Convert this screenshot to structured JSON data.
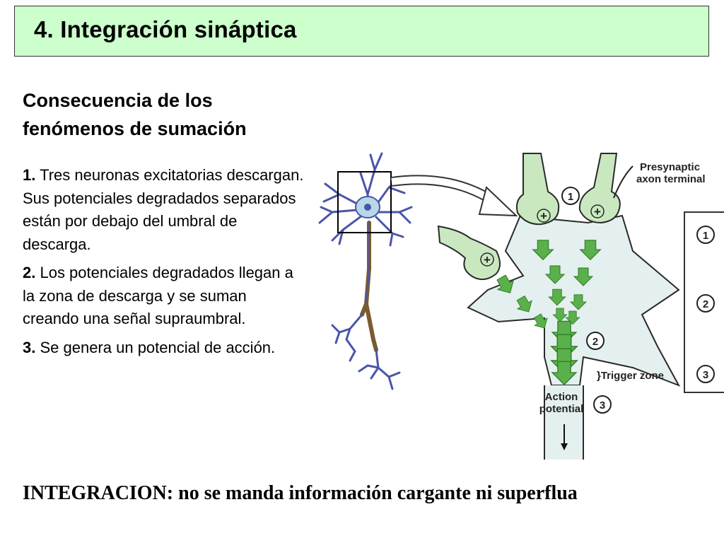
{
  "title": "4. Integración sináptica",
  "subtitle": "Consecuencia de los fenómenos de sumación",
  "points": [
    {
      "num": "1.",
      "text": " Tres neuronas excitatorias descargan. Sus potenciales degradados separados están por debajo del umbral de descarga."
    },
    {
      "num": "2.",
      "text": " Los potenciales degradados llegan a la zona de descarga y se suman creando una señal supraumbral."
    },
    {
      "num": "3.",
      "text": " Se genera un potencial de acción."
    }
  ],
  "diagram": {
    "presynaptic_label_line1": "Presynaptic",
    "presynaptic_label_line2": "axon terminal",
    "trigger_zone_label": "}Trigger zone",
    "action_label_line1": "Action",
    "action_label_line2": "potential",
    "badge_1": "1",
    "badge_2": "2",
    "badge_3": "3",
    "plus_sign": "+",
    "legend_items": [
      "1",
      "2",
      "3"
    ],
    "colors": {
      "neuron_body": "#e4f0ef",
      "axon_terminal": "#c9e8c0",
      "arrow_green": "#5ab04a",
      "neuron_outline": "#4a55a8"
    }
  },
  "footer": "INTEGRACION: no se manda información cargante ni superflua"
}
